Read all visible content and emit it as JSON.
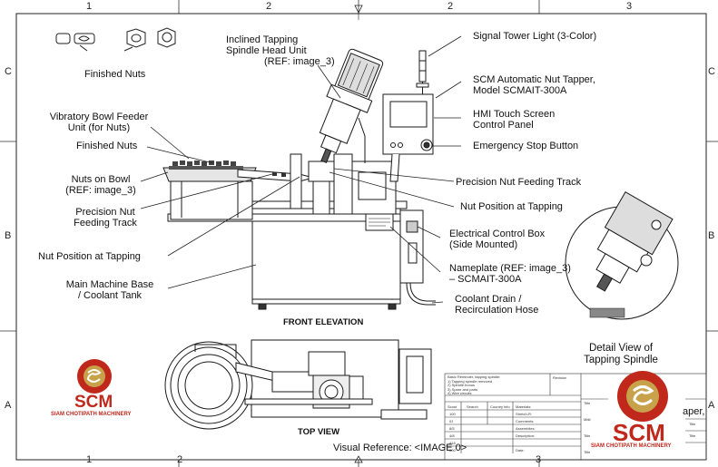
{
  "grid": {
    "top": [
      "1",
      "2",
      "2",
      "3"
    ],
    "bottom": [
      "1",
      "2",
      "3"
    ],
    "left": [
      "C",
      "B",
      "A"
    ],
    "right": [
      "C",
      "B",
      "A"
    ]
  },
  "labels": {
    "finished_nuts_top": "Finished Nuts",
    "spindle_head": [
      "Inclined Tapping",
      "Spindle Head Unit",
      "(REF: image_3)"
    ],
    "signal_tower": "Signal Tower Light (3-Color)",
    "scm_tapper": [
      "SCM Automatic Nut Tapper,",
      "Model SCMAIT-300A"
    ],
    "hmi": [
      "HMI Touch Screen",
      "Control Panel"
    ],
    "estop": "Emergency Stop Button",
    "bowl_feeder": [
      "Vibratory Bowl Feeder",
      "Unit (for Nuts)"
    ],
    "finished_nuts": "Finished Nuts",
    "nuts_on_bowl": [
      "Nuts on Bowl",
      "(REF: image_3)"
    ],
    "precision_track_left": [
      "Precision Nut",
      "Feeding Track"
    ],
    "precision_track_right": "Precision Nut Feeding Track",
    "nut_pos_right": "Nut Position at Tapping",
    "nut_pos_left": "Nut Position at Tapping",
    "elec_box": [
      "Electrical Control Box",
      "(Side Mounted)"
    ],
    "nameplate": [
      "Nameplate (REF: image_3)",
      "– SCMAIT-300A"
    ],
    "base": [
      "Main Machine Base",
      "/ Coolant Tank"
    ],
    "drain": [
      "Coolant Drain /",
      "Recirculation Hose"
    ]
  },
  "views": {
    "front": "FRONT ELEVATION",
    "top": "TOP VIEW",
    "detail": [
      "Detail View of",
      "Tapping Spindle"
    ],
    "visual_ref": "Visual Reference: <IMAGE 0>"
  },
  "logo": {
    "name": "SCM",
    "company": "SIAM CHOTIPATH MACHINERY",
    "color": "#c0281c",
    "gold": "#c8a24a"
  },
  "title_block": {
    "notes": [
      "Basic Reminder, tapping spindle:",
      "1) Tapping spindle removed",
      "2) Spindle bonus",
      "3) Spare and parts",
      "4) Wire circuits"
    ],
    "headers": [
      "Scost",
      "Search",
      "Country info",
      "Materials:"
    ],
    "rows": [
      "100",
      "03",
      "8/5",
      "4/8",
      "418",
      "600"
    ],
    "fields": [
      "Revision",
      "Stretch-R:",
      "Comments:",
      "Assemblies:",
      "Description:",
      "Date:"
    ],
    "right_fields": [
      "Title",
      "Mail:",
      "Title",
      "Title",
      "Title",
      "Title"
    ],
    "partial_text": "aper,"
  }
}
